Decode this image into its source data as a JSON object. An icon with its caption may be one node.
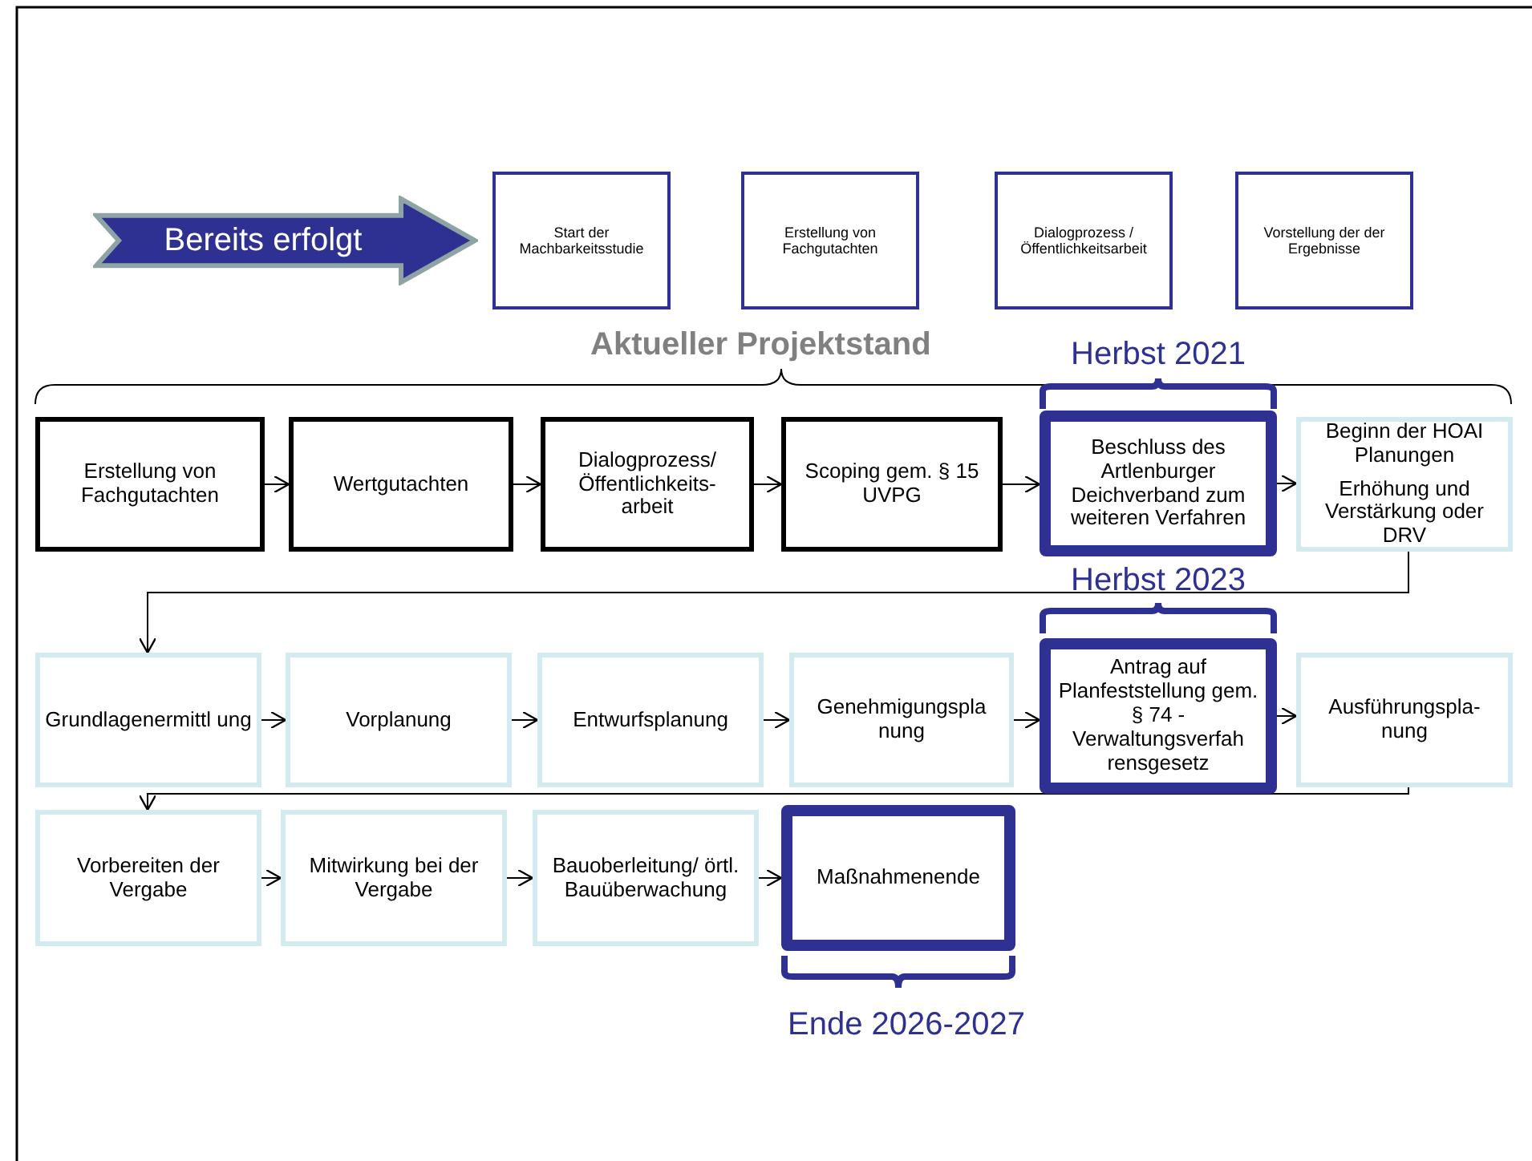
{
  "diagram": {
    "nodes": [
      {
        "text": [
          "Bereits erfolgt"
        ]
      },
      {
        "text": [
          "Start der Machbarkeitsstudie"
        ]
      },
      {
        "text": [
          "Erstellung von Fachgutachten"
        ]
      },
      {
        "text": [
          "Dialogprozess / Öffentlichkeitsarbeit"
        ]
      },
      {
        "text": [
          "Vorstellung der der Ergebnisse"
        ]
      },
      {
        "text": [
          "Erstellung von Fachgutachten"
        ]
      },
      {
        "text": [
          "Wertgutachten"
        ]
      },
      {
        "text": [
          "Dialogprozess/ Öffentlichkeits- arbeit"
        ]
      },
      {
        "text": [
          "Scoping gem. § 15 UVPG"
        ]
      },
      {
        "text": [
          "Beschluss des Artlenburger Deichverband zum weiteren Verfahren"
        ],
        "beside": [
          "Herbst 2021"
        ]
      },
      {
        "text": [
          "Beginn der HOAI Planungen",
          "Erhöhung und Verstärkung oder DRV"
        ]
      },
      {
        "text": [
          "Grundlagenermittl ung"
        ]
      },
      {
        "text": [
          "Vorplanung"
        ]
      },
      {
        "text": [
          "Entwurfsplanung"
        ]
      },
      {
        "text": [
          "Genehmigungspla nung"
        ]
      },
      {
        "text": [
          "Antrag auf Planfeststellung gem. § 74 - Verwaltungsverfah rensgesetz"
        ]
      },
      {
        "text": [
          "Ausführungspla- nung"
        ]
      },
      {
        "text": [
          "Vorbereiten der Vergabe"
        ]
      },
      {
        "text": [
          "Mitwirkung bei der Vergabe"
        ]
      },
      {
        "text": [
          "Bauoberleitung/ örtl. Bauüberwachung"
        ]
      },
      {
        "text": [
          "Maßnahmenende"
        ],
        "beside": [
          "Ende 2026-2027"
        ]
      }
    ],
    "edges": [
      {
        "from": 5,
        "to": 6,
        "arrow": "to"
      },
      {
        "from": 6,
        "to": 7,
        "arrow": "to"
      },
      {
        "from": 7,
        "to": 8,
        "arrow": "to"
      },
      {
        "from": 8,
        "to": 9,
        "arrow": "to"
      },
      {
        "from": 9,
        "to": 10,
        "arrow": "to"
      },
      {
        "from": 10,
        "to": 11,
        "arrow": "to"
      },
      {
        "from": 11,
        "to": 12,
        "arrow": "to"
      },
      {
        "from": 12,
        "to": 13,
        "arrow": "to"
      },
      {
        "from": 13,
        "to": 14,
        "arrow": "to"
      },
      {
        "from": 14,
        "to": 15,
        "arrow": "to"
      },
      {
        "from": 15,
        "to": 16,
        "arrow": "to"
      },
      {
        "from": 16,
        "to": 17,
        "arrow": "to"
      },
      {
        "from": 17,
        "to": 18,
        "arrow": "to"
      },
      {
        "from": 18,
        "to": 19,
        "arrow": "to"
      },
      {
        "from": 19,
        "to": 20,
        "arrow": "to"
      }
    ],
    "labels": [
      "Aktueller Projektstand",
      "Herbst 2023"
    ]
  }
}
